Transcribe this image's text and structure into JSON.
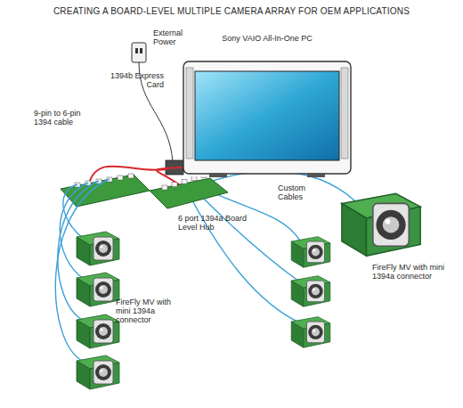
{
  "diagram": {
    "title": "CREATING A BOARD-LEVEL MULTIPLE CAMERA ARRAY FOR OEM APPLICATIONS",
    "nodes": [
      {
        "text": [
          "Sony VAIO All-In-One PC"
        ]
      },
      {
        "text": [
          "6 port 1394a Board Level Hub"
        ]
      }
    ],
    "edges": [
      {
        "from": 0,
        "to": 1,
        "arrow": "none"
      }
    ],
    "labels": [
      "External Power",
      "1394b Express Card",
      "9-pin to 6-pin 1394 cable",
      "Custom Cables",
      "FireFly MV with mini 1394a connector",
      "FireFly MV with mini 1394a connector"
    ]
  }
}
